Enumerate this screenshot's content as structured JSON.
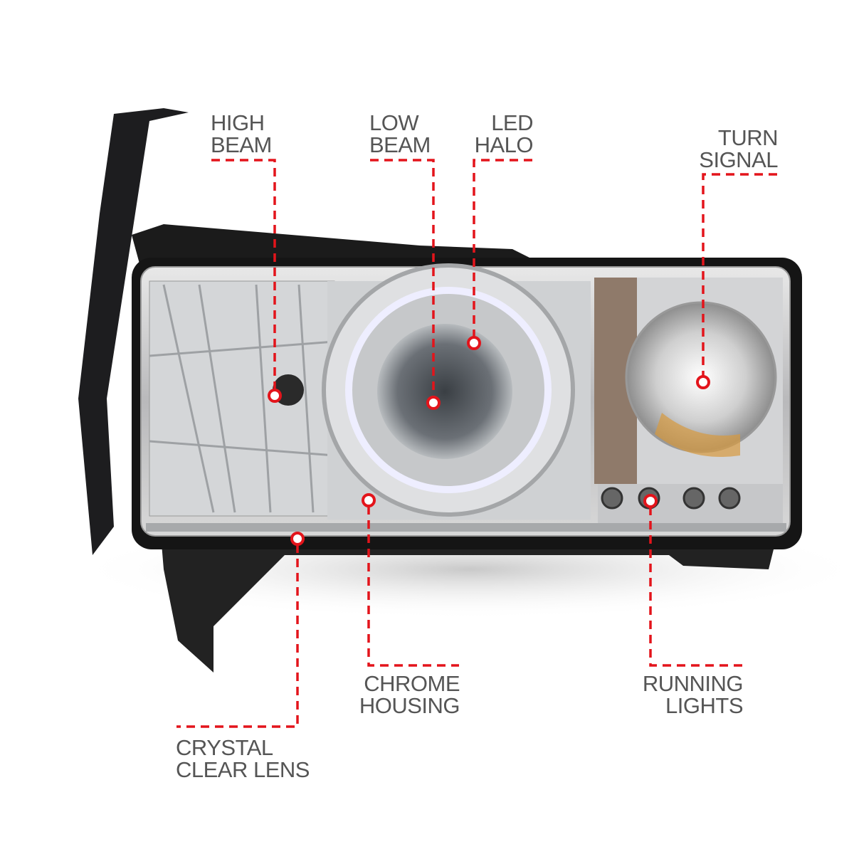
{
  "colors": {
    "callout": "#e3141b",
    "label": "#555555"
  },
  "callouts": {
    "high_beam": {
      "line1": "HIGH",
      "line2": "BEAM"
    },
    "low_beam": {
      "line1": "LOW",
      "line2": "BEAM"
    },
    "led_halo": {
      "line1": "LED",
      "line2": "HALO"
    },
    "turn_signal": {
      "line1": "TURN",
      "line2": "SIGNAL"
    },
    "chrome_housing": {
      "line1": "CHROME",
      "line2": "HOUSING"
    },
    "running_lights": {
      "line1": "RUNNING",
      "line2": "LIGHTS"
    },
    "crystal_clear_lens": {
      "line1": "CRYSTAL",
      "line2": "CLEAR LENS"
    }
  }
}
